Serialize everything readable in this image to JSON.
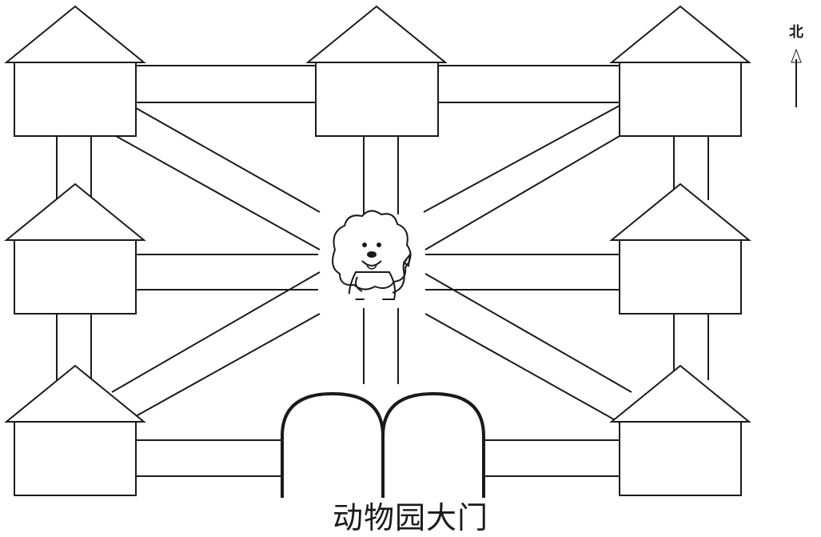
{
  "diagram": {
    "gate_label": "动物园大门",
    "north_label": "北",
    "center_icon": "lion-icon",
    "direction_icon": "north-arrow-icon",
    "house_icon": "house-icon",
    "houses": [
      {
        "id": "nw"
      },
      {
        "id": "n"
      },
      {
        "id": "ne"
      },
      {
        "id": "w"
      },
      {
        "id": "e"
      },
      {
        "id": "sw"
      },
      {
        "id": "se"
      }
    ]
  }
}
